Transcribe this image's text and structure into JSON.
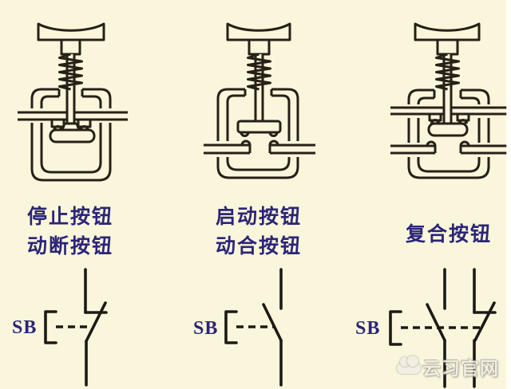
{
  "colors": {
    "background": "#faf6dc",
    "diagram_line": "#262017",
    "label_text": "#2b2577",
    "symbol_line": "#1c1a16",
    "watermark_text": "#f2eee2"
  },
  "diagrams": [
    {
      "name": "stop-button",
      "contact": "normally-closed",
      "labels": [
        "停止按钮",
        "动断按钮"
      ]
    },
    {
      "name": "start-button",
      "contact": "normally-open",
      "labels": [
        "启动按钮",
        "动合按钮"
      ]
    },
    {
      "name": "compound-button",
      "contact": "compound",
      "labels": [
        "复合按钮"
      ]
    }
  ],
  "symbols": [
    {
      "designator": "SB",
      "type": "normally-closed-contact"
    },
    {
      "designator": "SB",
      "type": "normally-open-contact"
    },
    {
      "designator": "SB",
      "type": "compound-contact"
    }
  ],
  "watermark": {
    "text": "云习官网",
    "icon": "cloud"
  }
}
